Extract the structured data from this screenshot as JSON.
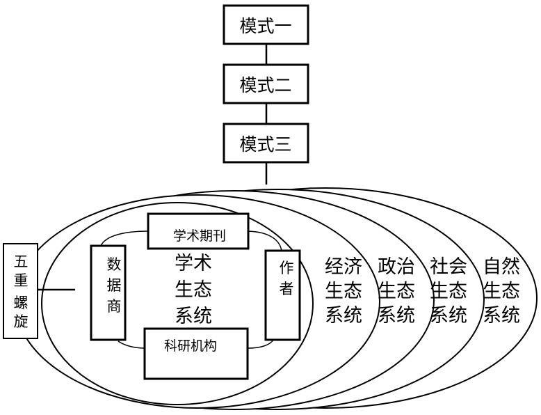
{
  "modes": [
    "模式一",
    "模式二",
    "模式三"
  ],
  "five_helix": [
    "五",
    "重",
    "螺",
    "旋"
  ],
  "academic_core": {
    "journals": "学术期刊",
    "research_institutions": "科研机构",
    "database_vendors": [
      "数",
      "据",
      "商"
    ],
    "authors": [
      "作",
      "者"
    ],
    "center": [
      "学术",
      "生态",
      "系统"
    ]
  },
  "outer_systems": [
    [
      "经济",
      "生态",
      "系统"
    ],
    [
      "政治",
      "生态",
      "系统"
    ],
    [
      "社会",
      "生态",
      "系统"
    ],
    [
      "自然",
      "生态",
      "系统"
    ]
  ]
}
